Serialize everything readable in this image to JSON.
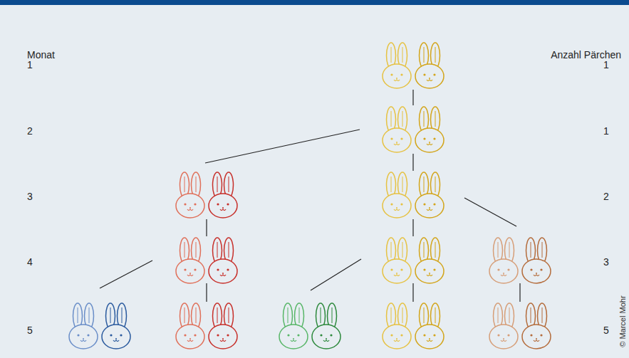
{
  "diagram": {
    "labels": [
      "Monat",
      "Anzahl Pärchen",
      "1",
      "2",
      "3",
      "4",
      "5",
      "1",
      "1",
      "2",
      "3",
      "5",
      "© Marcel Mohr"
    ]
  }
}
